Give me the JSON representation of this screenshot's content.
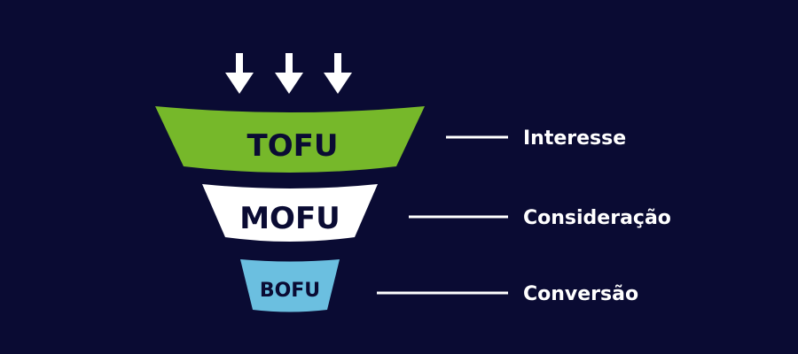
{
  "colors": {
    "background": "#0a0b33",
    "tofu_fill": "#76b82a",
    "mofu_fill": "#ffffff",
    "bofu_fill": "#6bbfe0",
    "stage_text": "#0a0b33",
    "line": "#ffffff",
    "label_text": "#ffffff"
  },
  "funnel": {
    "arrow_icon": "down-arrow-icon",
    "arrow_count": 3,
    "stages": [
      {
        "key": "tofu",
        "name": "TOFU",
        "label": "Interesse"
      },
      {
        "key": "mofu",
        "name": "MOFU",
        "label": "Consideração"
      },
      {
        "key": "bofu",
        "name": "BOFU",
        "label": "Conversão"
      }
    ]
  }
}
